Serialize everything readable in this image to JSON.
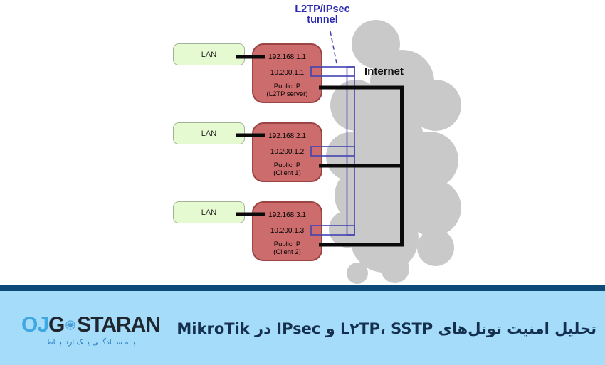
{
  "diagram": {
    "tunnel_label_line1": "L2TP/IPsec",
    "tunnel_label_line2": "tunnel",
    "internet_label": "Internet",
    "rows": [
      {
        "lan": "LAN",
        "lan_ip": "192.168.1.1",
        "tunnel_ip": "10.200.1.1",
        "public_line1": "Public IP",
        "public_line2": "(L2TP server)"
      },
      {
        "lan": "LAN",
        "lan_ip": "192.168.2.1",
        "tunnel_ip": "10.200.1.2",
        "public_line1": "Public IP",
        "public_line2": "(Client 1)"
      },
      {
        "lan": "LAN",
        "lan_ip": "192.168.3.1",
        "tunnel_ip": "10.200.1.3",
        "public_line1": "Public IP",
        "public_line2": "(Client 2)"
      }
    ],
    "colors": {
      "cloud": "#c9c9c9",
      "router_fill": "#cc6c6c",
      "router_border": "#9c4343",
      "lan_fill": "#e6fad2",
      "tunnel_blue": "#4343b2",
      "line_black": "#0a0a0a"
    }
  },
  "footer": {
    "logo": {
      "part1": "OJ",
      "part2": "G",
      "part3": "STARAN",
      "tagline": "بــه ســادگــی یــک ارتــبــاط",
      "gear_color": "#4ba5de"
    },
    "title": "تحلیل امنیت تونل‌های L۲TP، SSTP و IPsec در MikroTik",
    "bar_color": "#0d4a77",
    "bg_color": "#a5dcfa"
  }
}
